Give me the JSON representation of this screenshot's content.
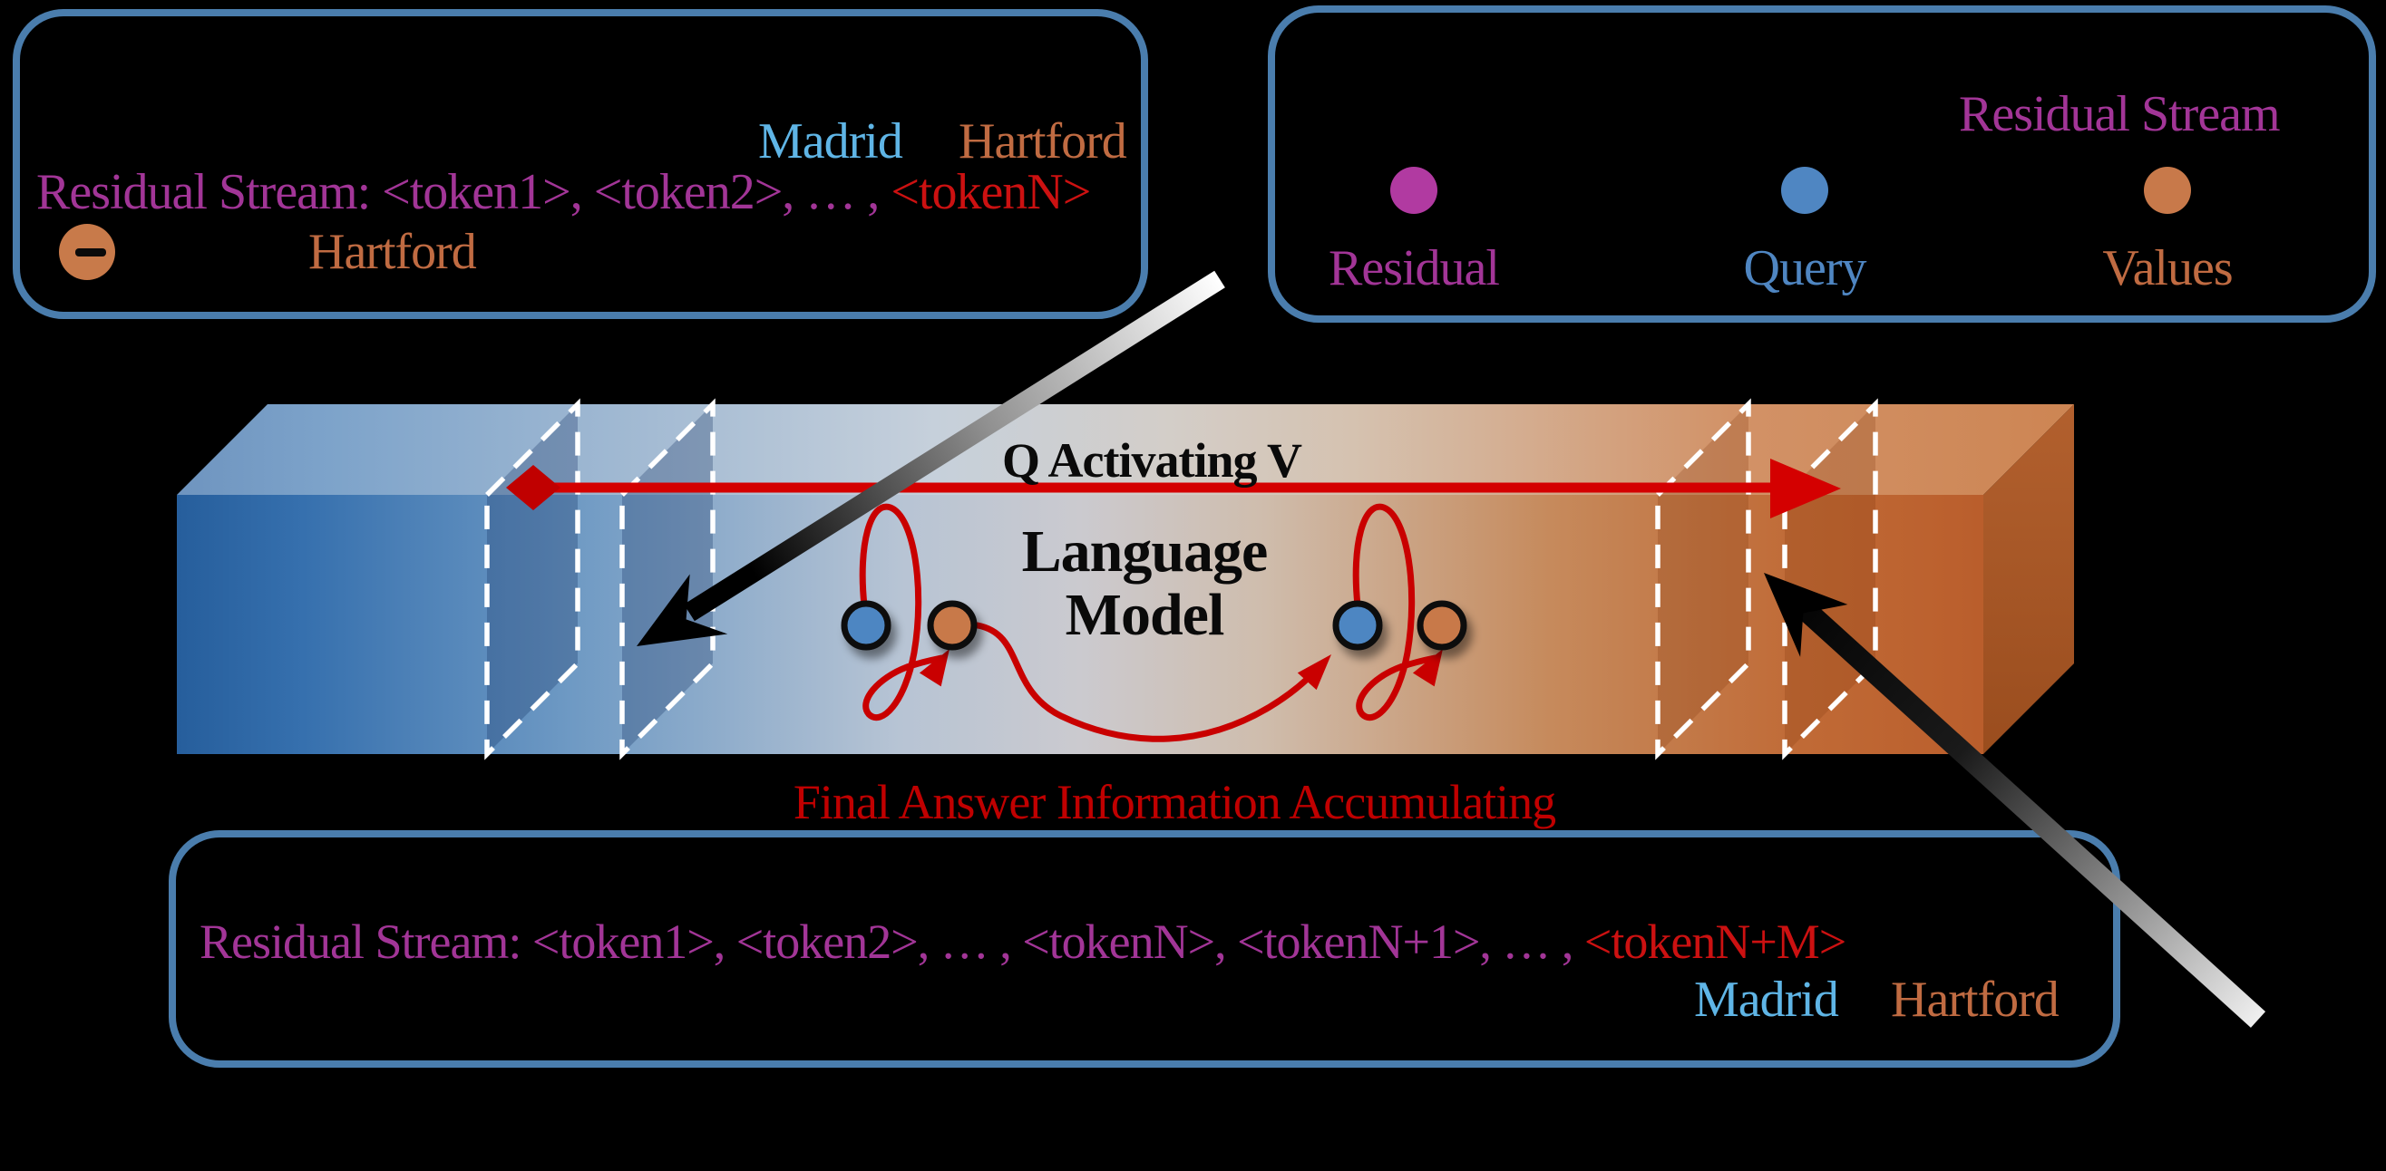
{
  "colors": {
    "background": "#000000",
    "box_border": "#4a7dad",
    "residual_purple": "#a23597",
    "token_red": "#cc1111",
    "madrid_blue": "#5fb5e6",
    "hartford_orange": "#c06b42",
    "query_blue": "#4f86c2",
    "values_orange": "#c8794a",
    "legend_residual_dot": "#b13aa1",
    "arrow_red": "#c90000",
    "bar_blue_end": "#265e9c",
    "bar_orange_end": "#ba5e2c"
  },
  "top_left_box": {
    "madrid_label": "Madrid",
    "hartford_label": "Hartford",
    "stream_prefix": "Residual Stream: <token1>, <token2>, … , ",
    "stream_last_token": "<tokenN>",
    "hartford_bottom_label": "Hartford",
    "minus_icon": "minus-in-orange-circle"
  },
  "top_right_box": {
    "title": "Residual Stream",
    "legend": [
      {
        "label": "Residual",
        "color": "#b13aa1"
      },
      {
        "label": "Query",
        "color": "#4f86c2"
      },
      {
        "label": "Values",
        "color": "#c8794a"
      }
    ]
  },
  "bar": {
    "q_activating_v": "Q Activating V",
    "language_line1": "Language",
    "language_line2": "Model",
    "final_answer": "Final Answer Information Accumulating"
  },
  "bottom_box": {
    "stream_prefix": "Residual Stream: <token1>, <token2>, … , <tokenN>, <tokenN+1>, … , ",
    "stream_last_token": "<tokenN+M>",
    "madrid_label": "Madrid",
    "hartford_label": "Hartford"
  }
}
